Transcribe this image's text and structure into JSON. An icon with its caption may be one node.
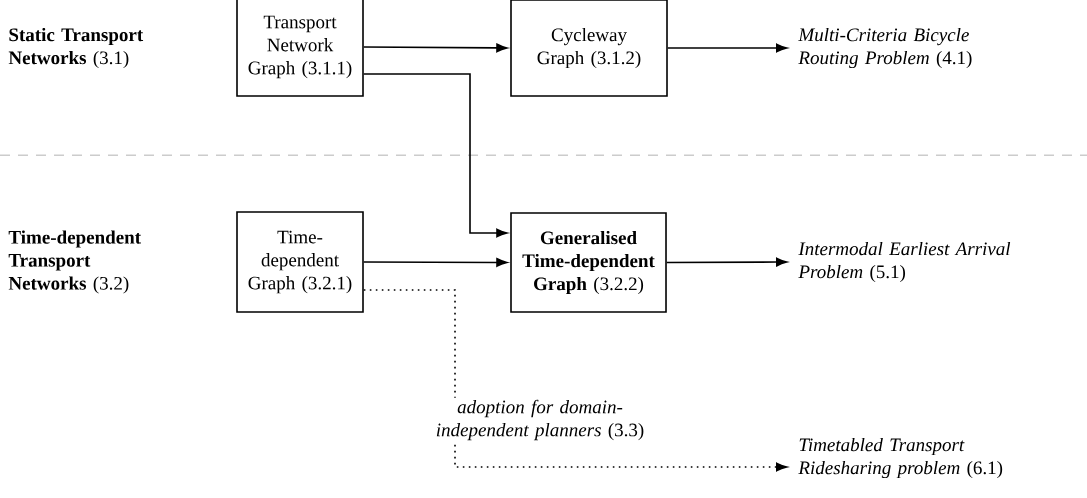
{
  "diagram": {
    "nodes": [
      {
        "text": [
          "Transport Network Graph (3.1.1)"
        ]
      },
      {
        "text": [
          "Cycleway Graph (3.1.2)"
        ]
      },
      {
        "text": [
          "*Multi-Criteria Bicycle Routing Problem* (4.1)"
        ]
      },
      {
        "text": [
          "Time-dependent Graph (3.2.1)"
        ]
      },
      {
        "text": [
          "**Generalised Time-dependent Graph** (3.2.2)"
        ]
      },
      {
        "text": [
          "*Intermodal Earliest Arrival Problem* (5.1)"
        ]
      },
      {
        "text": [
          "*Timetabled Transport Ridesharing problem* (6.1)"
        ]
      }
    ],
    "edges": [
      {
        "from": 0,
        "to": 1,
        "arrow": "to"
      },
      {
        "from": 1,
        "to": 2,
        "arrow": "to"
      },
      {
        "from": 0,
        "to": 4,
        "arrow": "to"
      },
      {
        "from": 3,
        "to": 4,
        "arrow": "to"
      },
      {
        "from": 4,
        "to": 5,
        "arrow": "to"
      },
      {
        "from": 3,
        "to": 6,
        "arrow": "to",
        "style": "dashed",
        "label": "*adoption for domain-independent planners* (3.3)"
      }
    ],
    "labels": [
      "**Static Transport Networks** (3.1)",
      "**Time-dependent Transport Networks** (3.2)"
    ]
  }
}
